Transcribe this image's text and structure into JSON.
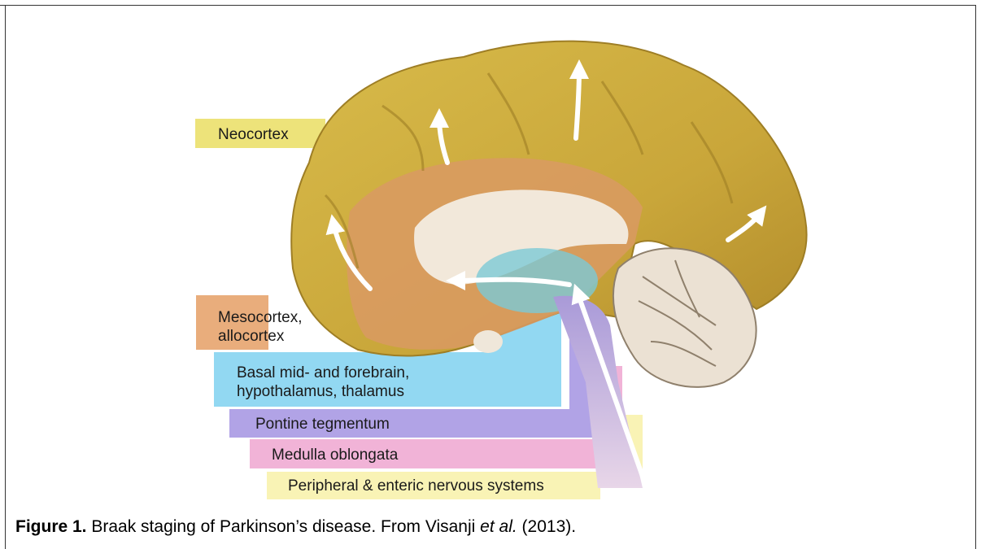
{
  "labels": {
    "neocortex": "Neocortex",
    "mesocortex": "Mesocortex,",
    "allocortex": "allocortex",
    "basal_line1": "Basal mid- and forebrain,",
    "basal_line2": "hypothalamus, thalamus",
    "pontine": "Pontine tegmentum",
    "medulla": "Medulla oblongata",
    "peripheral": "Peripheral & enteric nervous systems"
  },
  "caption": {
    "prefix": "Figure 1.",
    "text": " Braak staging of Parkinson’s disease. From Visanji ",
    "italic": "et al.",
    "suffix": " (2013)."
  },
  "colors": {
    "neocortex": "#ede37a",
    "mesocortex": "#e9ad7c",
    "basal": "#92d8f2",
    "pontine": "#b1a3e6",
    "medulla": "#f1b3d7",
    "peripheral": "#f9f3b5",
    "brain_outer": "#c9a93c",
    "brain_inner": "#d99a63",
    "cerebellum": "#ebe1d3"
  }
}
